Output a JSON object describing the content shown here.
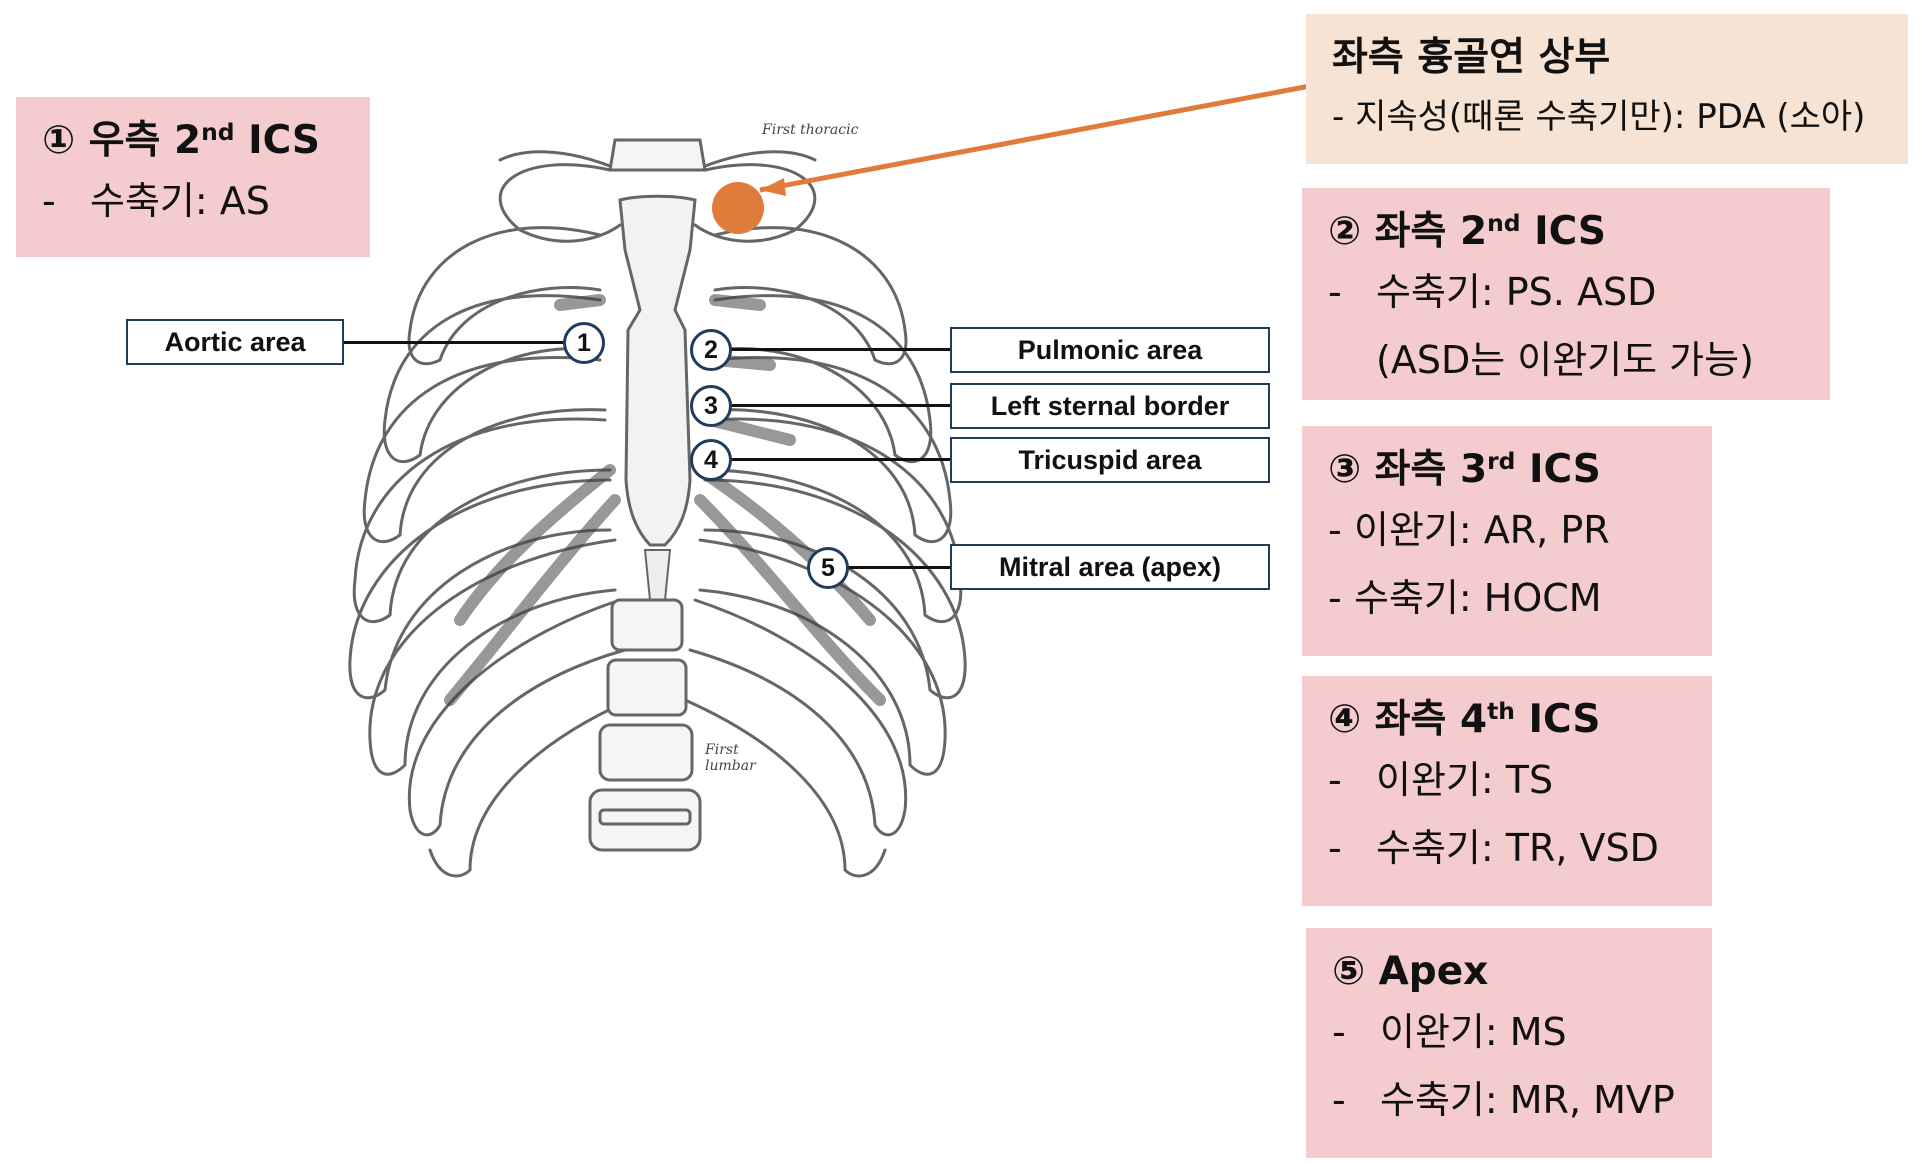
{
  "illustration": {
    "label_first_thoracic": "First thoracic",
    "label_first_lumbar_1": "First",
    "label_first_lumbar_2": "lumbar"
  },
  "areas": [
    {
      "num": "1",
      "label": "Aortic area"
    },
    {
      "num": "2",
      "label": "Pulmonic area"
    },
    {
      "num": "3",
      "label": "Left sternal border"
    },
    {
      "num": "4",
      "label": "Tricuspid area"
    },
    {
      "num": "5",
      "label": "Mitral area (apex)"
    }
  ],
  "boxes": {
    "right_2nd_ics": {
      "circle": "①",
      "title_a": "우측 2",
      "sup": "nd",
      "title_b": " ICS",
      "lines": [
        {
          "dash": "-",
          "text": "수축기: AS"
        }
      ]
    },
    "left_infraclavicular": {
      "title": "좌측 흉골연 상부",
      "line": "- 지속성(때론 수축기만): PDA (소아)"
    },
    "left_2nd_ics": {
      "circle": "②",
      "title_a": "좌측 2",
      "sup": "nd",
      "title_b": " ICS",
      "lines": [
        {
          "dash": "-",
          "text": "수축기: PS. ASD"
        }
      ],
      "indent_line": "(ASD는 이완기도 가능)"
    },
    "left_3rd_ics": {
      "circle": "③",
      "title_a": "좌측 3",
      "sup": "rd",
      "title_b": " ICS",
      "lines": [
        {
          "dash": "-",
          "text": "이완기: AR, PR"
        },
        {
          "dash": "-",
          "text": "수축기: HOCM"
        }
      ]
    },
    "left_4th_ics": {
      "circle": "④",
      "title_a": "좌측 4",
      "sup": "th",
      "title_b": " ICS",
      "lines": [
        {
          "dash": "-",
          "text": "이완기: TS"
        },
        {
          "dash": "-",
          "text": "수축기: TR, VSD"
        }
      ]
    },
    "apex": {
      "circle": "⑤",
      "title": "Apex",
      "lines": [
        {
          "dash": "-",
          "text": "이완기: MS"
        },
        {
          "dash": "-",
          "text": "수축기: MR, MVP"
        }
      ]
    }
  },
  "colors": {
    "box_pink": "#f4cccd",
    "box_peach": "#f6e3d4",
    "pointer_orange": "#e07b3c",
    "label_border": "#1f3d5a"
  }
}
